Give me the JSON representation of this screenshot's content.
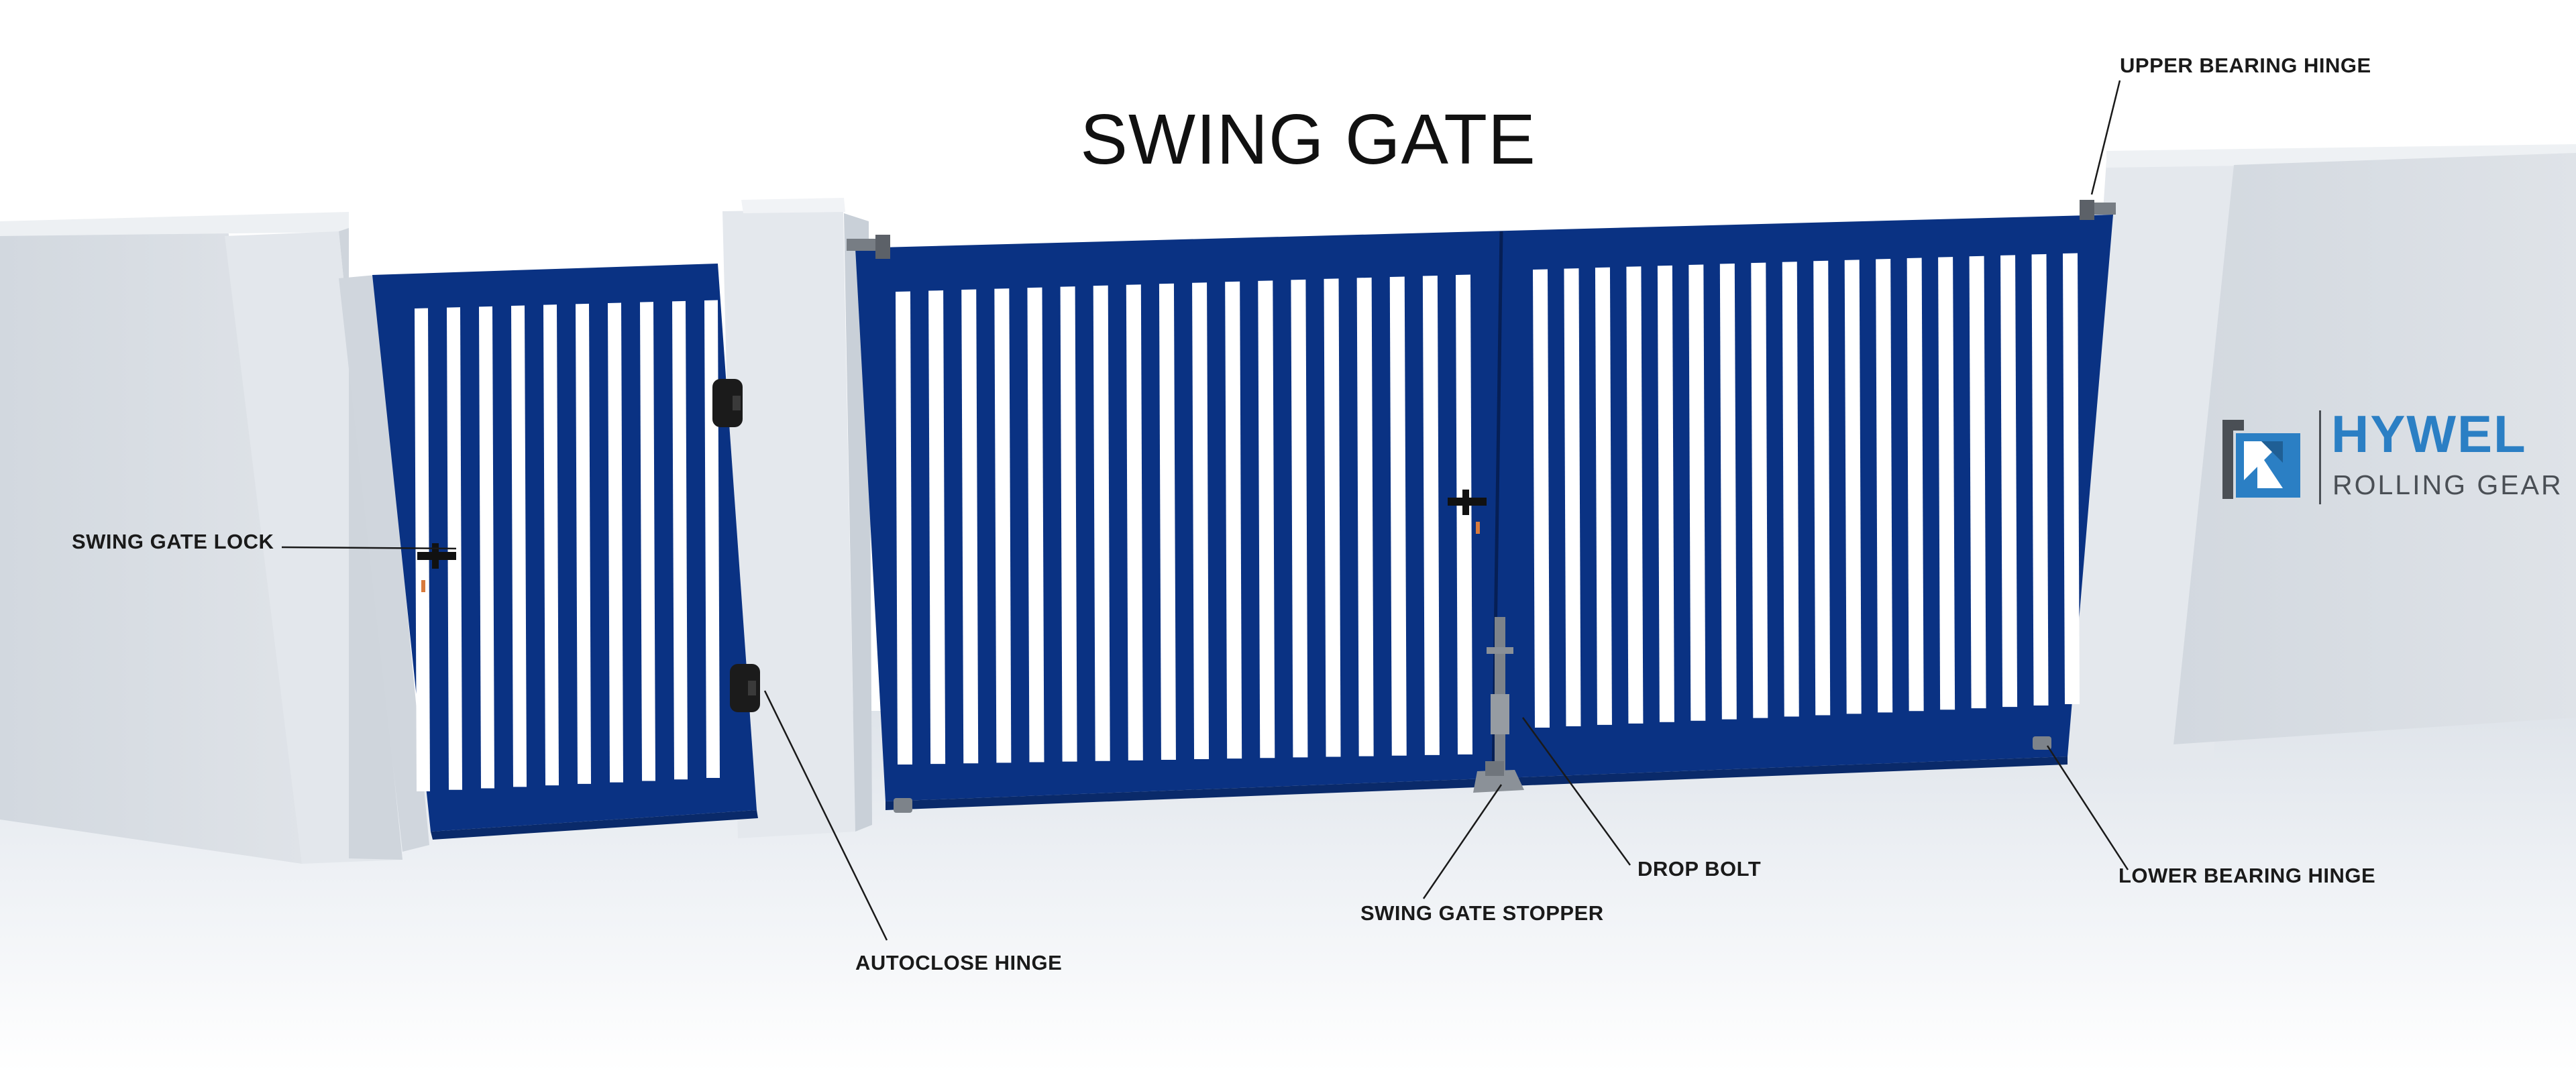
{
  "title": "SWING GATE",
  "callouts": {
    "upper_bearing_hinge": "UPPER BEARING HINGE",
    "swing_gate_lock": "SWING GATE LOCK",
    "autoclose_hinge": "AUTOCLOSE HINGE",
    "swing_gate_stopper": "SWING GATE STOPPER",
    "drop_bolt": "DROP BOLT",
    "lower_bearing_hinge": "LOWER BEARING HINGE"
  },
  "logo": {
    "brand": "HYWEL",
    "tagline": "ROLLING GEAR"
  },
  "colors": {
    "gate_blue": "#0a3283",
    "wall": "#d6dbe2",
    "logo_blue": "#2b7fc4",
    "logo_grey": "#4a4f55"
  }
}
